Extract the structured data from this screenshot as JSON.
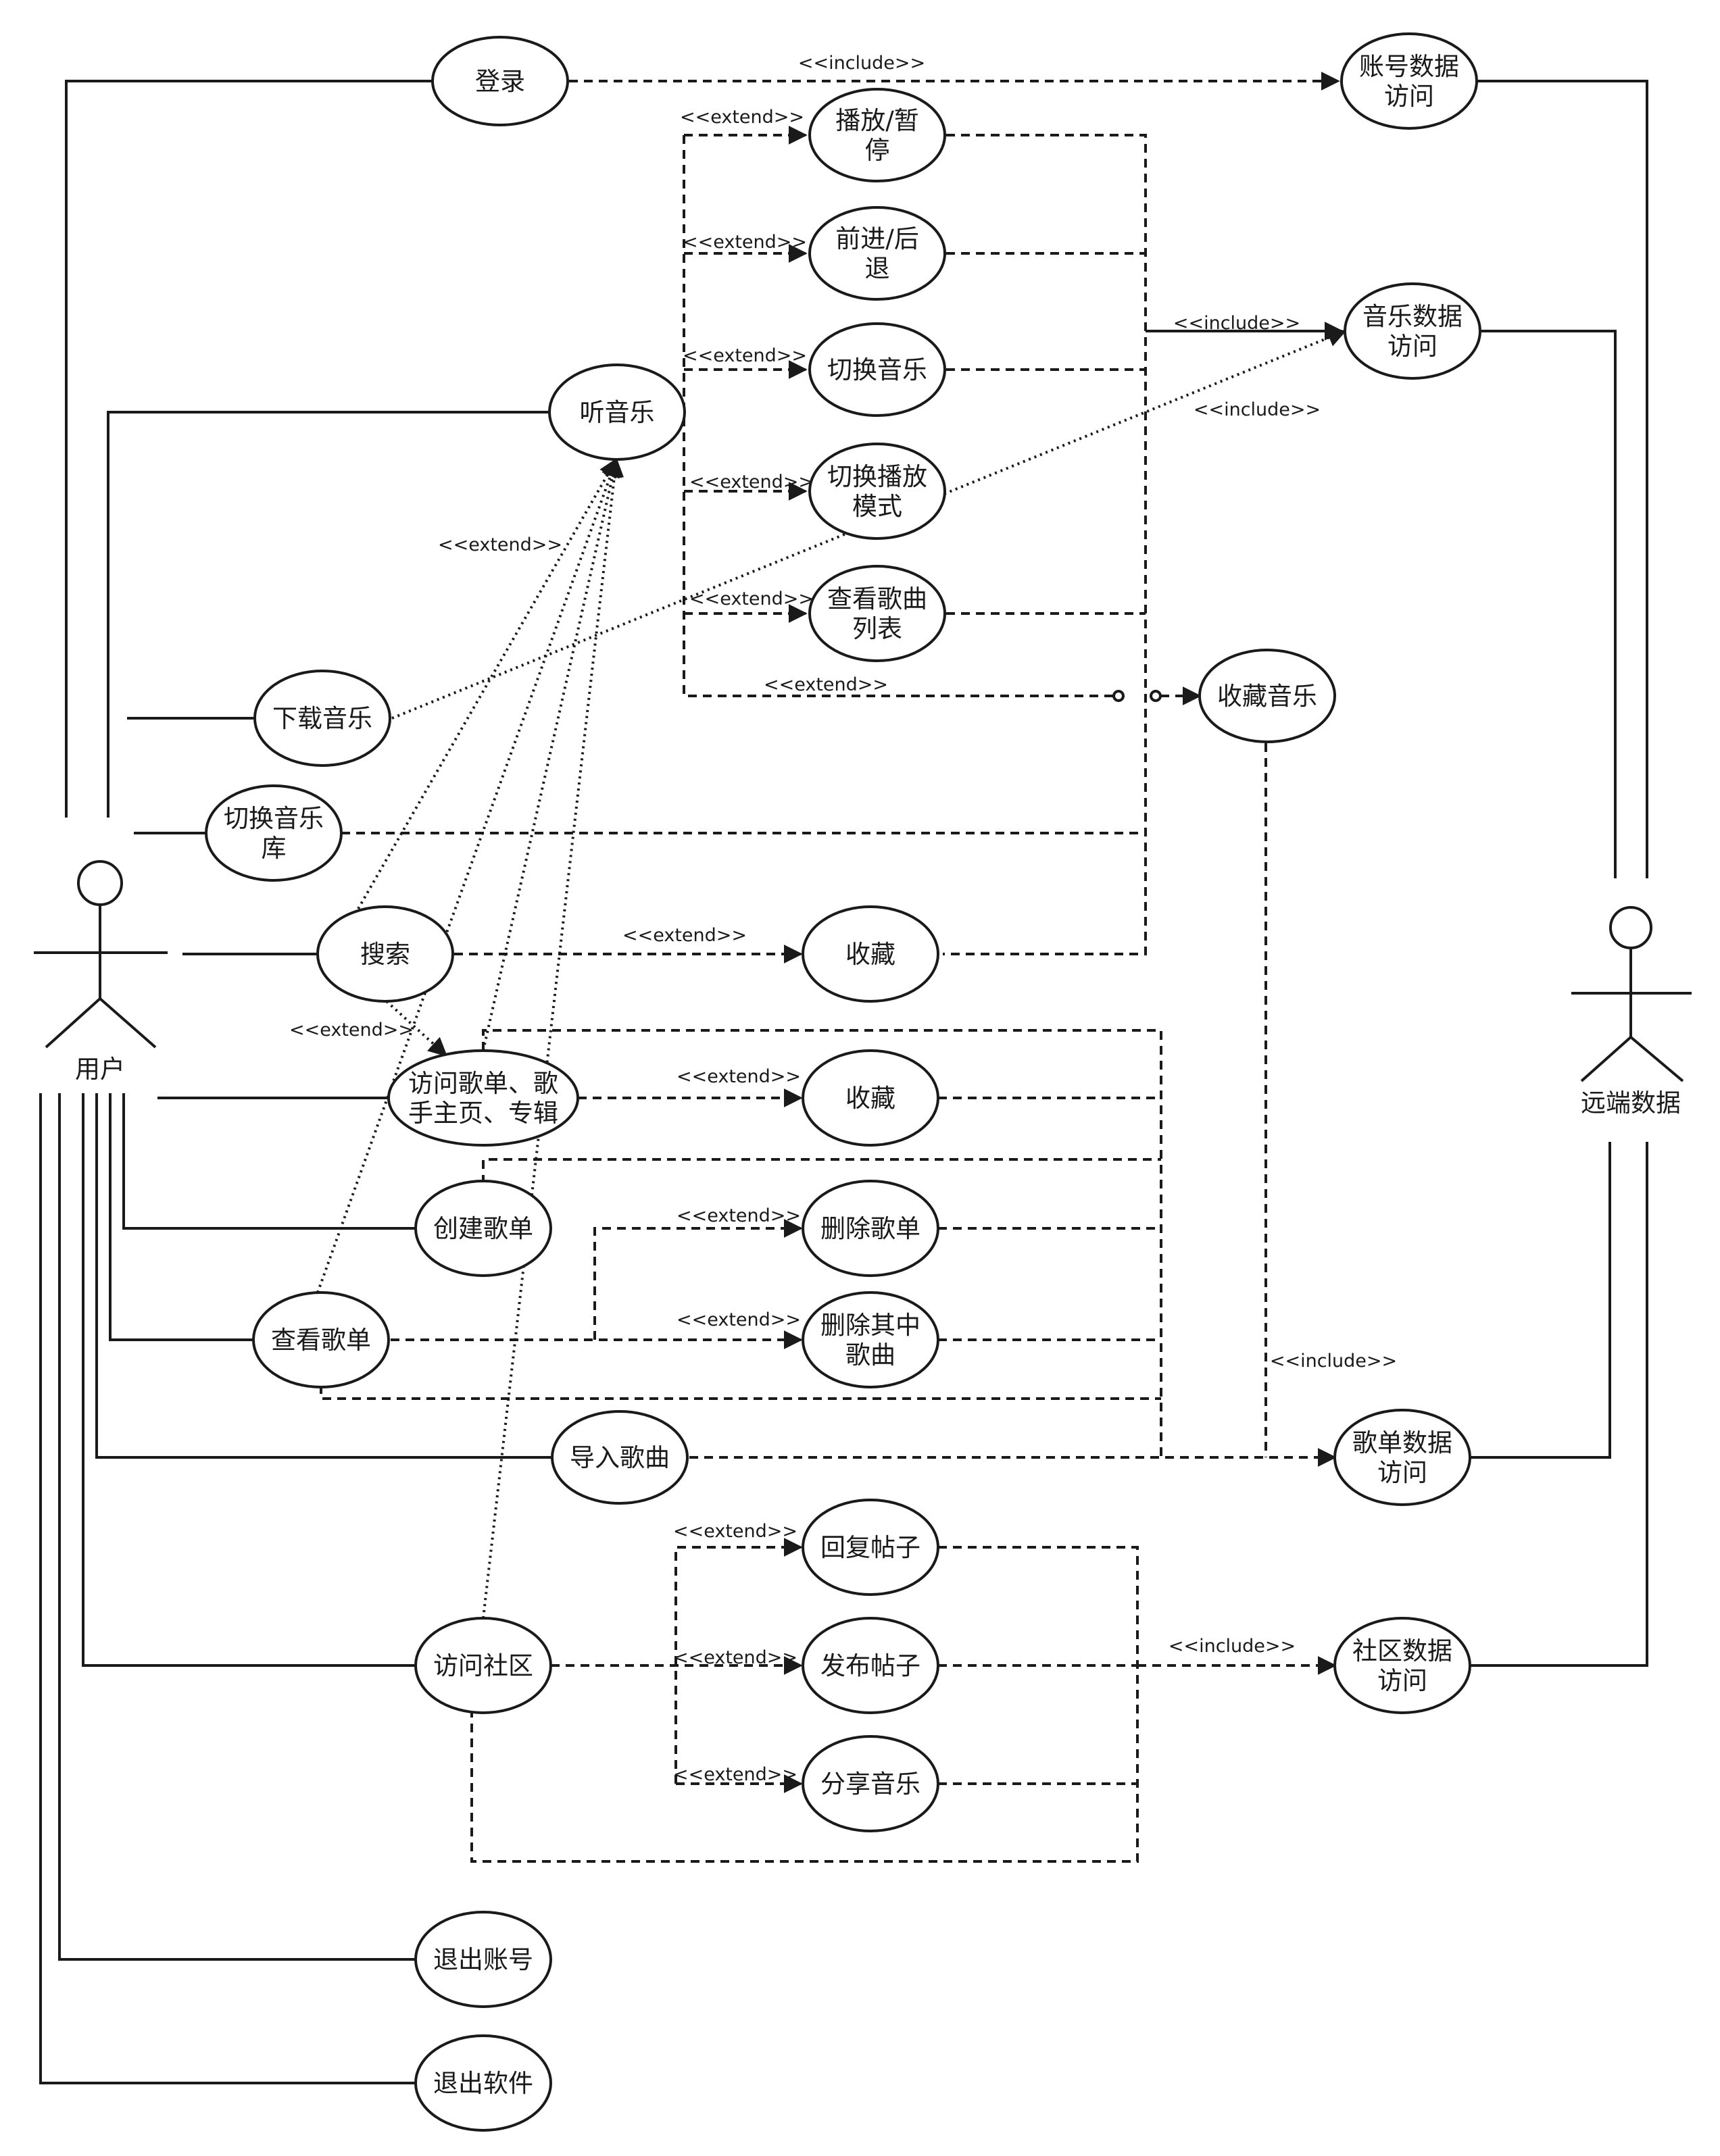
{
  "actors": [
    {
      "id": "user",
      "label": "用户"
    },
    {
      "id": "remote",
      "label": "远端数据"
    }
  ],
  "use_cases": [
    {
      "id": "login",
      "lines": [
        "登录"
      ]
    },
    {
      "id": "account_access",
      "lines": [
        "账号数据",
        "访问"
      ]
    },
    {
      "id": "play_pause",
      "lines": [
        "播放/暂",
        "停"
      ]
    },
    {
      "id": "seek",
      "lines": [
        "前进/后",
        "退"
      ]
    },
    {
      "id": "switch_music",
      "lines": [
        "切换音乐"
      ]
    },
    {
      "id": "switch_mode",
      "lines": [
        "切换播放",
        "模式"
      ]
    },
    {
      "id": "view_list",
      "lines": [
        "查看歌曲",
        "列表"
      ]
    },
    {
      "id": "listen",
      "lines": [
        "听音乐"
      ]
    },
    {
      "id": "music_access",
      "lines": [
        "音乐数据",
        "访问"
      ]
    },
    {
      "id": "collect_music",
      "lines": [
        "收藏音乐"
      ]
    },
    {
      "id": "download",
      "lines": [
        "下载音乐"
      ]
    },
    {
      "id": "switch_library",
      "lines": [
        "切换音乐",
        "库"
      ]
    },
    {
      "id": "search",
      "lines": [
        "搜索"
      ]
    },
    {
      "id": "collect_1",
      "lines": [
        "收藏"
      ]
    },
    {
      "id": "visit_playlist",
      "lines": [
        "访问歌单、歌",
        "手主页、专辑"
      ]
    },
    {
      "id": "collect_2",
      "lines": [
        "收藏"
      ]
    },
    {
      "id": "create_playlist",
      "lines": [
        "创建歌单"
      ]
    },
    {
      "id": "delete_playlist",
      "lines": [
        "删除歌单"
      ]
    },
    {
      "id": "view_playlist",
      "lines": [
        "查看歌单"
      ]
    },
    {
      "id": "delete_song",
      "lines": [
        "删除其中",
        "歌曲"
      ]
    },
    {
      "id": "import_song",
      "lines": [
        "导入歌曲"
      ]
    },
    {
      "id": "playlist_access",
      "lines": [
        "歌单数据",
        "访问"
      ]
    },
    {
      "id": "reply_post",
      "lines": [
        "回复帖子"
      ]
    },
    {
      "id": "visit_community",
      "lines": [
        "访问社区"
      ]
    },
    {
      "id": "publish_post",
      "lines": [
        "发布帖子"
      ]
    },
    {
      "id": "community_access",
      "lines": [
        "社区数据",
        "访问"
      ]
    },
    {
      "id": "share_music",
      "lines": [
        "分享音乐"
      ]
    },
    {
      "id": "logout",
      "lines": [
        "退出账号"
      ]
    },
    {
      "id": "exit_app",
      "lines": [
        "退出软件"
      ]
    }
  ],
  "relation_labels": [
    "<<include>>",
    "<<extend>>",
    "<<extend>>",
    "<<extend>>",
    "<<extend>>",
    "<<extend>>",
    "<<extend>>",
    "<<include>>",
    "<<include>>",
    "<<extend>>",
    "<<extend>>",
    "<<extend>>",
    "<<extend>>",
    "<<extend>>",
    "<<extend>>",
    "<<include>>",
    "<<extend>>",
    "<<extend>>",
    "<<extend>>",
    "<<include>>"
  ]
}
